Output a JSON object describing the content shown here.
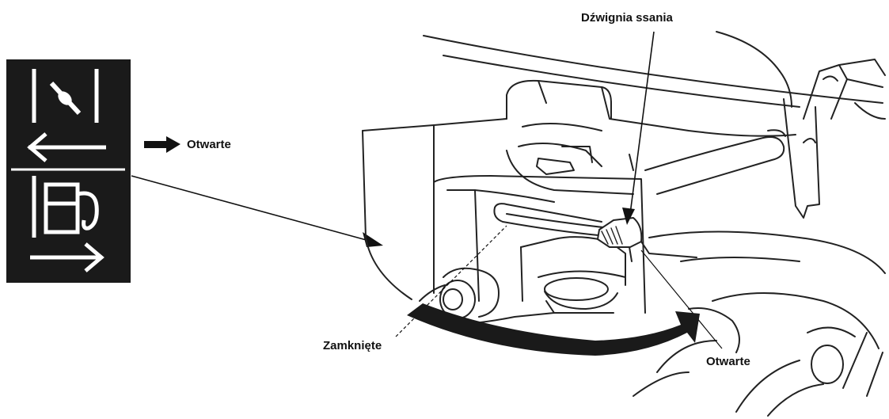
{
  "labels": {
    "choke_lever": "Dźwignia ssania",
    "open_symbol": "Otwarte",
    "closed": "Zamknięte",
    "open": "Otwarte"
  },
  "icons": {
    "panel": "choke-fuel-symbol-panel",
    "choke": "choke-valve-icon",
    "fuel": "fuel-pump-icon",
    "arrow_left": "arrow-left-icon",
    "arrow_right": "arrow-right-icon"
  },
  "colors": {
    "ink": "#111111",
    "panel": "#1a1a1a"
  }
}
